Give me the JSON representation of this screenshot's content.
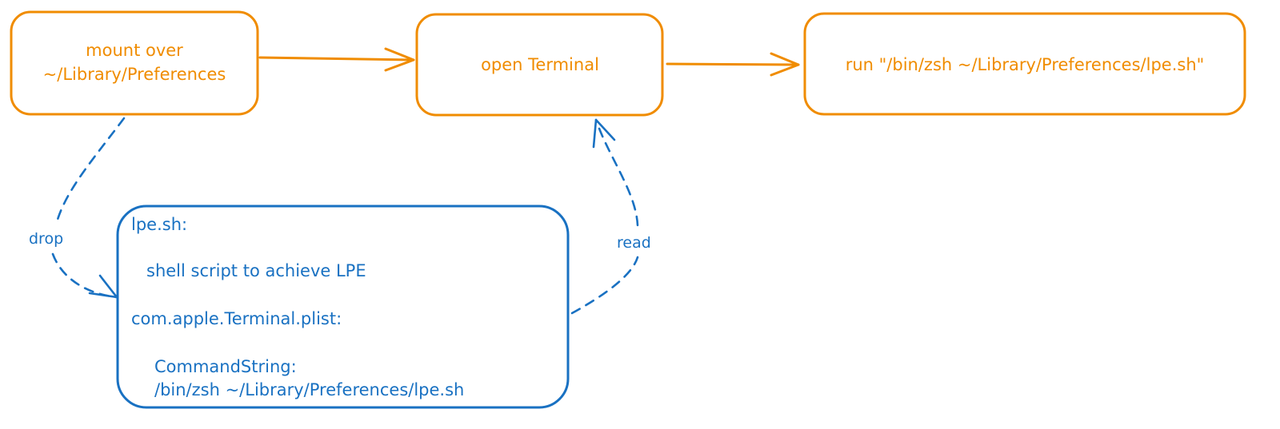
{
  "colors": {
    "orange": "#f08c00",
    "blue": "#1971c2",
    "background": "#ffffff"
  },
  "nodes": {
    "mount": {
      "line1": "mount over",
      "line2": "~/Library/Preferences"
    },
    "open_terminal": {
      "label": "open Terminal"
    },
    "run": {
      "label": "run \"/bin/zsh ~/Library/Preferences/lpe.sh\""
    },
    "files": {
      "lpe_title": "lpe.sh:",
      "lpe_desc": "shell script to achieve LPE",
      "plist_title": "com.apple.Terminal.plist:",
      "command_key": "CommandString:",
      "command_value": "/bin/zsh ~/Library/Preferences/lpe.sh"
    }
  },
  "edges": {
    "drop_label": "drop",
    "read_label": "read"
  }
}
